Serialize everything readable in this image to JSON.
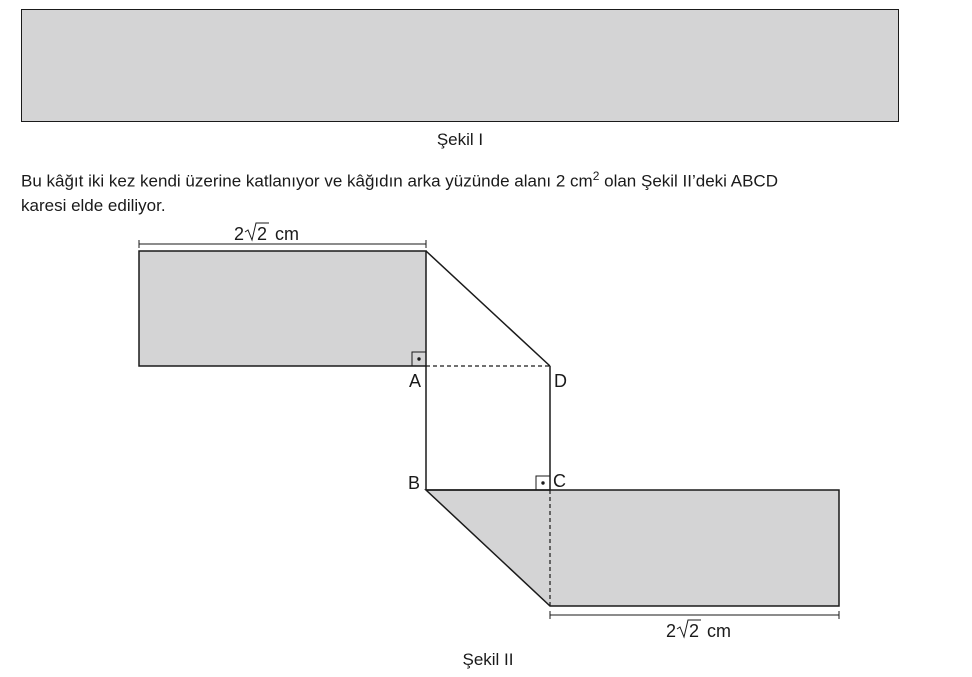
{
  "figure1": {
    "caption": "Şekil I"
  },
  "text": {
    "line1_a": "Bu kâğıt iki kez kendi üzerine katlanıyor ve kâğıdın arka yüzünde alanı 2 cm",
    "line1_sup": "2",
    "line1_b": " olan Şekil II’deki ABCD",
    "line2": "karesi elde ediliyor."
  },
  "figure2": {
    "caption": "Şekil II",
    "points": {
      "A": "A",
      "B": "B",
      "C": "C",
      "D": "D"
    },
    "dim_top": {
      "coef": "2",
      "radicand": "2",
      "unit": "cm"
    },
    "dim_bottom": {
      "coef": "2",
      "radicand": "2",
      "unit": "cm"
    }
  },
  "colors": {
    "paper_fill": "#d4d4d5",
    "stroke": "#1a1a1a"
  }
}
